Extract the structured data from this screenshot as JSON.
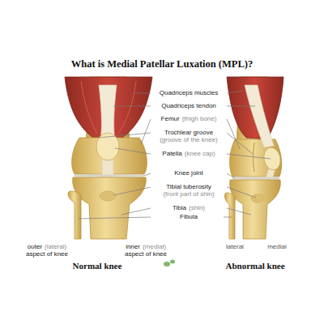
{
  "diagram": {
    "title": "What is Medial Patellar Luxation (MPL)?",
    "labels": [
      "Quadriceps muscles",
      "Quadriceps tendon",
      "Femur",
      "(thigh bone)",
      "Trochlear groove",
      "(groove of the knee)",
      "Patella",
      "(knee cap)",
      "Knee joint",
      "Tibial tuberosity",
      "(front part of shin)",
      "Tibia",
      "(shin)",
      "Fibula",
      "outer",
      "(lateral)",
      "aspect of knee",
      "inner",
      "(medial)",
      "aspect of knee",
      "Normal knee",
      "Abnormal knee",
      "lateral",
      "medial"
    ]
  }
}
